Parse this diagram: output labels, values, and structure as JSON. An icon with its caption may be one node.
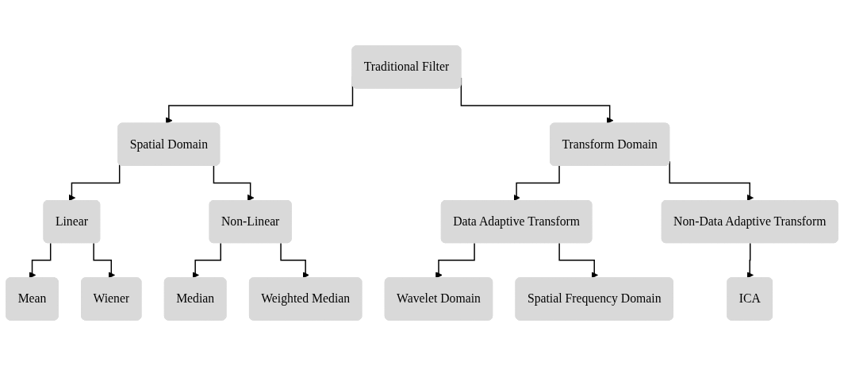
{
  "diagram": {
    "nodes": [
      {
        "text": [
          "Traditional Filter"
        ]
      },
      {
        "text": [
          "Spatial Domain"
        ]
      },
      {
        "text": [
          "Transform Domain"
        ]
      },
      {
        "text": [
          "Linear"
        ]
      },
      {
        "text": [
          "Non-Linear"
        ]
      },
      {
        "text": [
          "Data Adaptive Transform"
        ]
      },
      {
        "text": [
          "Non-Data Adaptive Transform"
        ]
      },
      {
        "text": [
          "Mean"
        ]
      },
      {
        "text": [
          "Wiener"
        ]
      },
      {
        "text": [
          "Median"
        ]
      },
      {
        "text": [
          "Weighted Median"
        ]
      },
      {
        "text": [
          "Wavelet Domain"
        ]
      },
      {
        "text": [
          "Spatial Frequency Domain"
        ]
      },
      {
        "text": [
          "ICA"
        ]
      }
    ],
    "edges": [
      {
        "from": 0,
        "to": 1,
        "arrow": "to"
      },
      {
        "from": 0,
        "to": 2,
        "arrow": "to"
      },
      {
        "from": 1,
        "to": 3,
        "arrow": "to"
      },
      {
        "from": 1,
        "to": 4,
        "arrow": "to"
      },
      {
        "from": 2,
        "to": 5,
        "arrow": "to"
      },
      {
        "from": 2,
        "to": 6,
        "arrow": "to"
      },
      {
        "from": 3,
        "to": 7,
        "arrow": "to"
      },
      {
        "from": 3,
        "to": 8,
        "arrow": "to"
      },
      {
        "from": 4,
        "to": 9,
        "arrow": "to"
      },
      {
        "from": 4,
        "to": 10,
        "arrow": "to"
      },
      {
        "from": 5,
        "to": 11,
        "arrow": "to"
      },
      {
        "from": 5,
        "to": 12,
        "arrow": "to"
      },
      {
        "from": 6,
        "to": 13,
        "arrow": "to"
      }
    ]
  }
}
